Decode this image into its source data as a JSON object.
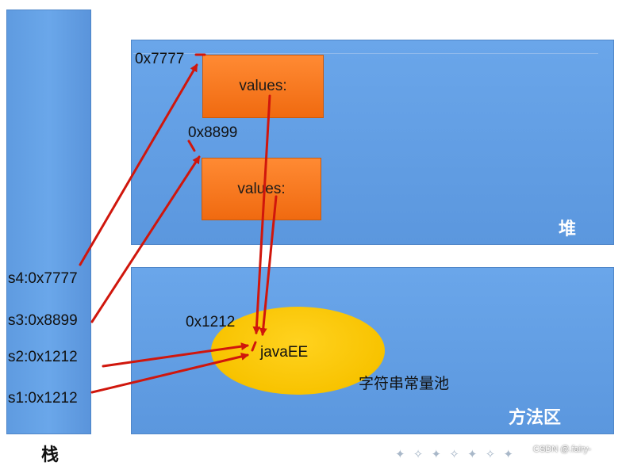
{
  "stack": {
    "title": "栈",
    "vars": [
      "s4:0x7777",
      "s3:0x8899",
      "s2:0x1212",
      "s1:0x1212"
    ]
  },
  "heap": {
    "title": "堆",
    "objects": [
      {
        "address": "0x7777",
        "label": "values:"
      },
      {
        "address": "0x8899",
        "label": "values:"
      }
    ]
  },
  "method_area": {
    "title": "方法区",
    "pool_address": "0x1212",
    "pool_value": "javaEE",
    "pool_label": "字符串常量池"
  },
  "colors": {
    "arrow": "#d0160c",
    "panel": "#5b97de",
    "object": "#f47a1e",
    "pool": "#f8c300"
  },
  "watermark": "CSDN @.fairy-"
}
